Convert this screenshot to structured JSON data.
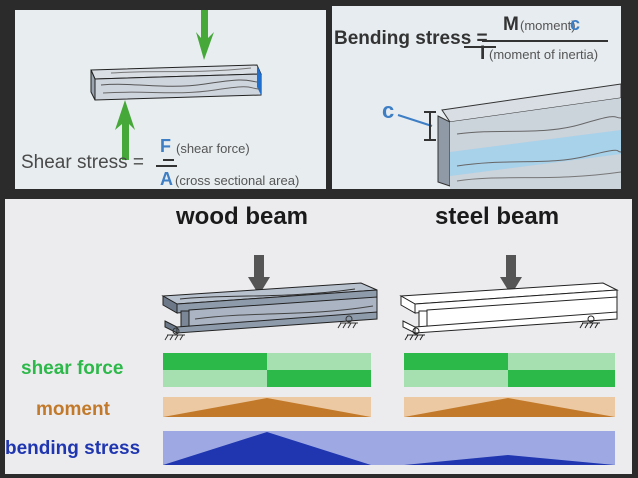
{
  "shear_panel": {
    "label": "Shear stress =",
    "numerator_symbol": "F",
    "numerator_text": "(shear force)",
    "denominator_symbol": "A",
    "denominator_text": "(cross sectional area)"
  },
  "bending_panel": {
    "label": "Bending stress =",
    "numerator_symbol": "M",
    "numerator_text": "(moment)",
    "numerator_suffix": "c",
    "denominator_symbol": "I",
    "denominator_text": "(moment of inertia)",
    "c_label": "c"
  },
  "bottom_panel": {
    "wood_title": "wood beam",
    "steel_title": "steel beam",
    "rows": {
      "shear": "shear force",
      "moment": "moment",
      "bending": "bending stress"
    }
  },
  "colors": {
    "shear": "#2db84a",
    "shear_light": "#a6dfb0",
    "moment": "#c27a2a",
    "moment_light": "#ecc9a3",
    "bending": "#1f36b0",
    "bending_light": "#9ea9e3",
    "arrow_green": "#47a83a",
    "accent_blue": "#3d7ec5"
  }
}
